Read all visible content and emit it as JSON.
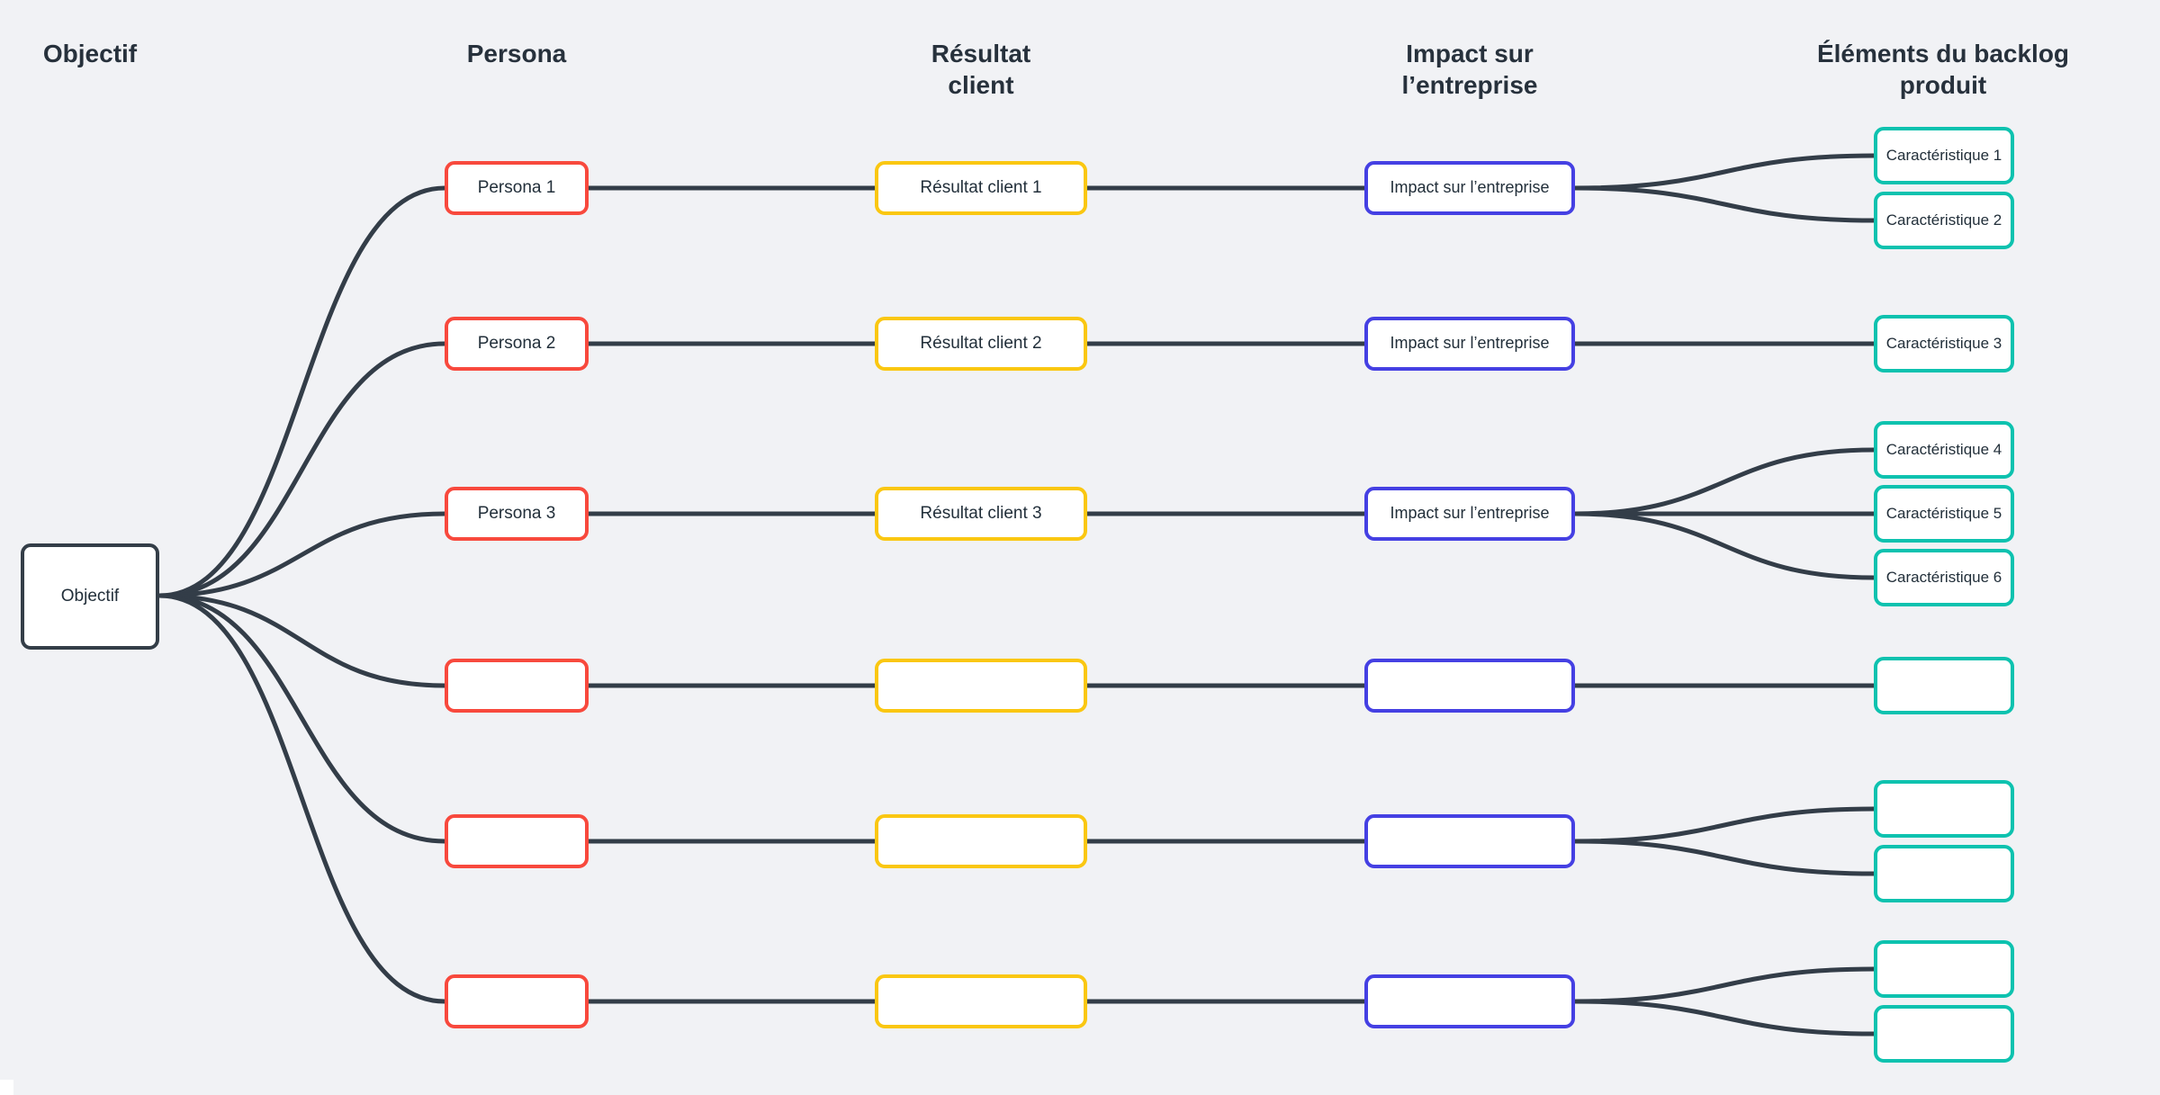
{
  "canvas": {
    "bg": "#f1f2f5",
    "edge_color": "#333d48",
    "text_color": "#222f3a",
    "header_color": "#27313c",
    "node_fill": "#ffffff"
  },
  "palette": {
    "objectif_border": "#343e48",
    "persona_border": "#f8493d",
    "resultat_border": "#fac711",
    "impact_border": "#4540e3",
    "backlog_border": "#0dc2af"
  },
  "headers": {
    "objectif": {
      "lines": [
        "Objectif"
      ]
    },
    "persona": {
      "lines": [
        "Persona"
      ]
    },
    "resultat": {
      "lines": [
        "Résultat",
        "client"
      ]
    },
    "impact": {
      "lines": [
        "Impact sur",
        "l’entreprise"
      ]
    },
    "backlog": {
      "lines": [
        "Éléments du backlog",
        "produit"
      ]
    }
  },
  "objectif": {
    "label": "Objectif"
  },
  "rows": [
    {
      "persona": "Persona 1",
      "resultat": "Résultat client 1",
      "impact": "Impact sur l’entreprise",
      "backlog": [
        "Caractéristique 1",
        "Caractéristique 2"
      ]
    },
    {
      "persona": "Persona 2",
      "resultat": "Résultat client 2",
      "impact": "Impact sur l’entreprise",
      "backlog": [
        "Caractéristique 3"
      ]
    },
    {
      "persona": "Persona 3",
      "resultat": "Résultat client 3",
      "impact": "Impact sur l’entreprise",
      "backlog": [
        "Caractéristique 4",
        "Caractéristique 5",
        "Caractéristique 6"
      ]
    },
    {
      "persona": "",
      "resultat": "",
      "impact": "",
      "backlog": [
        ""
      ]
    },
    {
      "persona": "",
      "resultat": "",
      "impact": "",
      "backlog": [
        "",
        ""
      ]
    },
    {
      "persona": "",
      "resultat": "",
      "impact": "",
      "backlog": [
        "",
        ""
      ]
    }
  ]
}
